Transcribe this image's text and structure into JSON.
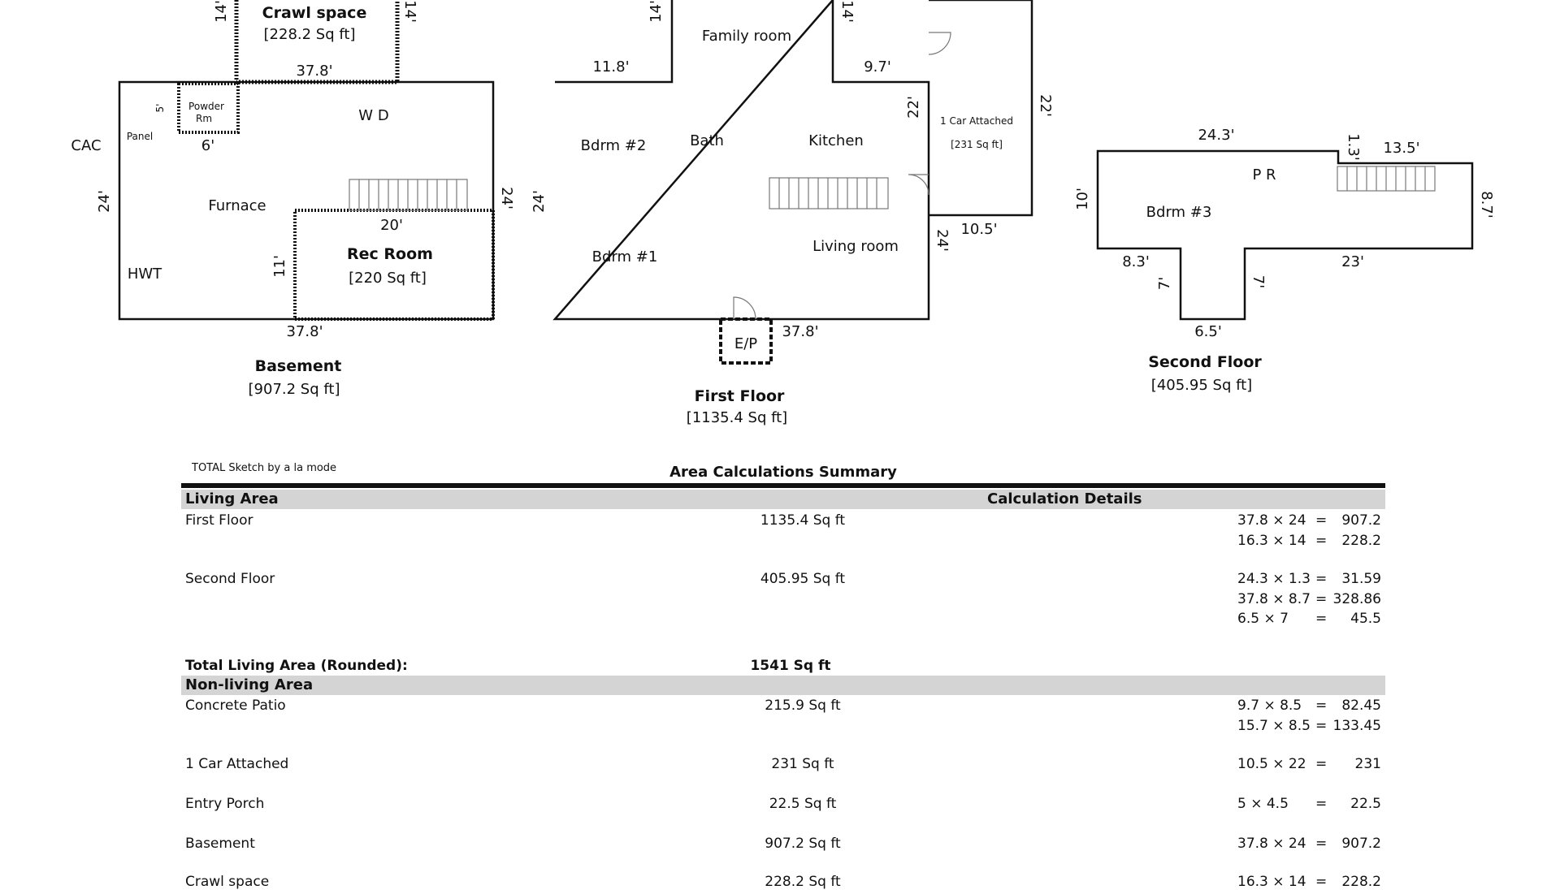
{
  "floorplan": {
    "basement": {
      "title": "Basement",
      "area": "[907.2 Sq ft]",
      "rooms": {
        "crawl_space": "Crawl space",
        "crawl_space_area": "[228.2 Sq ft]",
        "powder_rm_1": "Powder",
        "powder_rm_2": "Rm",
        "panel": "Panel",
        "cac": "CAC",
        "wd": "W D",
        "furnace": "Furnace",
        "hwt": "HWT",
        "rec_room": "Rec Room",
        "rec_room_area": "[220 Sq ft]"
      },
      "dims": {
        "crawl_left": "14'",
        "crawl_right": "14'",
        "crawl_bottom": "37.8'",
        "powder_side": "5'",
        "powder_bottom": "6'",
        "left": "24'",
        "right": "24'",
        "rec_top": "20'",
        "rec_left": "11'",
        "bottom": "37.8'"
      }
    },
    "first_floor": {
      "title": "First Floor",
      "area": "[1135.4 Sq ft]",
      "rooms": {
        "family_room": "Family room",
        "bdrm2": "Bdrm #2",
        "bath": "Bath",
        "kitchen": "Kitchen",
        "bdrm1": "Bdrm #1",
        "living_room": "Living room",
        "ep": "E/P",
        "garage": "1 Car Attached",
        "garage_area": "[231 Sq ft]"
      },
      "dims": {
        "family_left": "14'",
        "family_right": "14'",
        "top_left": "11.8'",
        "top_right": "9.7'",
        "left": "24'",
        "garage_left": "22'",
        "garage_right": "22'",
        "garage_bottom": "10.5'",
        "right": "24'",
        "bottom": "37.8'"
      }
    },
    "second_floor": {
      "title": "Second Floor",
      "area": "[405.95 Sq ft]",
      "rooms": {
        "pr": "P R",
        "bdrm3": "Bdrm #3"
      },
      "dims": {
        "top_left": "24.3'",
        "step": "1.3'",
        "top_right": "13.5'",
        "left": "10'",
        "right": "8.7'",
        "bottom_left": "8.3'",
        "stem_left": "7'",
        "stem_right": "7'",
        "stem_bottom": "6.5'",
        "bottom_right": "23'"
      }
    }
  },
  "summary": {
    "brand": "TOTAL Sketch by a la mode",
    "title": "Area Calculations Summary",
    "living_header": "Living Area",
    "details_header": "Calculation Details",
    "living_rows": [
      {
        "name": "First Floor",
        "area": "1135.4 Sq ft",
        "calcs": [
          {
            "expr": "37.8 × 24",
            "eq": "=",
            "result": "907.2"
          },
          {
            "expr": "16.3 × 14",
            "eq": "=",
            "result": "228.2"
          }
        ]
      },
      {
        "name": "Second Floor",
        "area": "405.95 Sq ft",
        "calcs": [
          {
            "expr": "24.3 × 1.3",
            "eq": "=",
            "result": "31.59"
          },
          {
            "expr": "37.8 × 8.7",
            "eq": "=",
            "result": "328.86"
          },
          {
            "expr": "6.5 × 7",
            "eq": "=",
            "result": "45.5"
          }
        ]
      }
    ],
    "total_label": "Total Living Area (Rounded):",
    "total_value": "1541 Sq ft",
    "nonliving_header": "Non-living Area",
    "nonliving_rows": [
      {
        "name": "Concrete Patio",
        "area": "215.9 Sq ft",
        "calcs": [
          {
            "expr": "9.7 × 8.5",
            "eq": "=",
            "result": "82.45"
          },
          {
            "expr": "15.7 × 8.5",
            "eq": "=",
            "result": "133.45"
          }
        ]
      },
      {
        "name": "1 Car Attached",
        "area": "231 Sq ft",
        "calcs": [
          {
            "expr": "10.5 × 22",
            "eq": "=",
            "result": "231"
          }
        ]
      },
      {
        "name": "Entry Porch",
        "area": "22.5 Sq ft",
        "calcs": [
          {
            "expr": "5 × 4.5",
            "eq": "=",
            "result": "22.5"
          }
        ]
      },
      {
        "name": "Basement",
        "area": "907.2 Sq ft",
        "calcs": [
          {
            "expr": "37.8 × 24",
            "eq": "=",
            "result": "907.2"
          }
        ]
      },
      {
        "name": "Crawl space",
        "area": "228.2 Sq ft",
        "calcs": [
          {
            "expr": "16.3 × 14",
            "eq": "=",
            "result": "228.2"
          }
        ]
      }
    ]
  }
}
